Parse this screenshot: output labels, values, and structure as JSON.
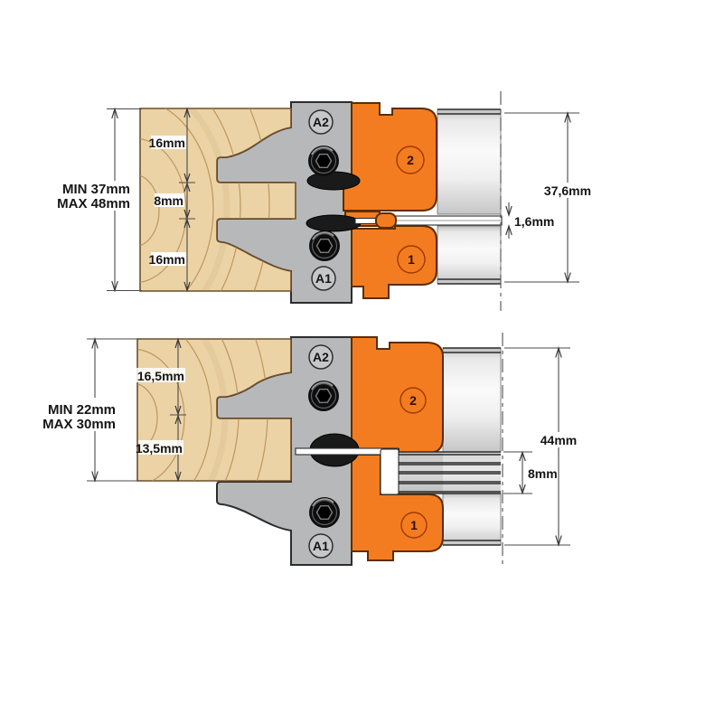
{
  "title": "Adjustable groove cutter head cross-section diagram",
  "colors": {
    "knife_orange": "#F47C20",
    "wood": "#ECD3A6",
    "wood_grain": "#B68B50",
    "body_gray": "#B7B8BA",
    "steel_light": "#E9E9E9",
    "outline": "#2D2D2D",
    "dimension": "#4A4A4A"
  },
  "top": {
    "pos_top": "A2",
    "pos_bottom": "A1",
    "knife_top": "2",
    "knife_bottom": "1",
    "min": "MIN 37mm",
    "max": "MAX 48mm",
    "seg_top": "16mm",
    "seg_mid": "8mm",
    "seg_bot": "16mm",
    "diameter": "37,6mm",
    "slot": "1,6mm"
  },
  "bottom": {
    "pos_top": "A2",
    "pos_bottom": "A1",
    "knife_top": "2",
    "knife_bottom": "1",
    "min": "MIN 22mm",
    "max": "MAX 30mm",
    "seg_top": "16,5mm",
    "seg_bot": "13,5mm",
    "diameter": "44mm",
    "shims": "8mm"
  }
}
